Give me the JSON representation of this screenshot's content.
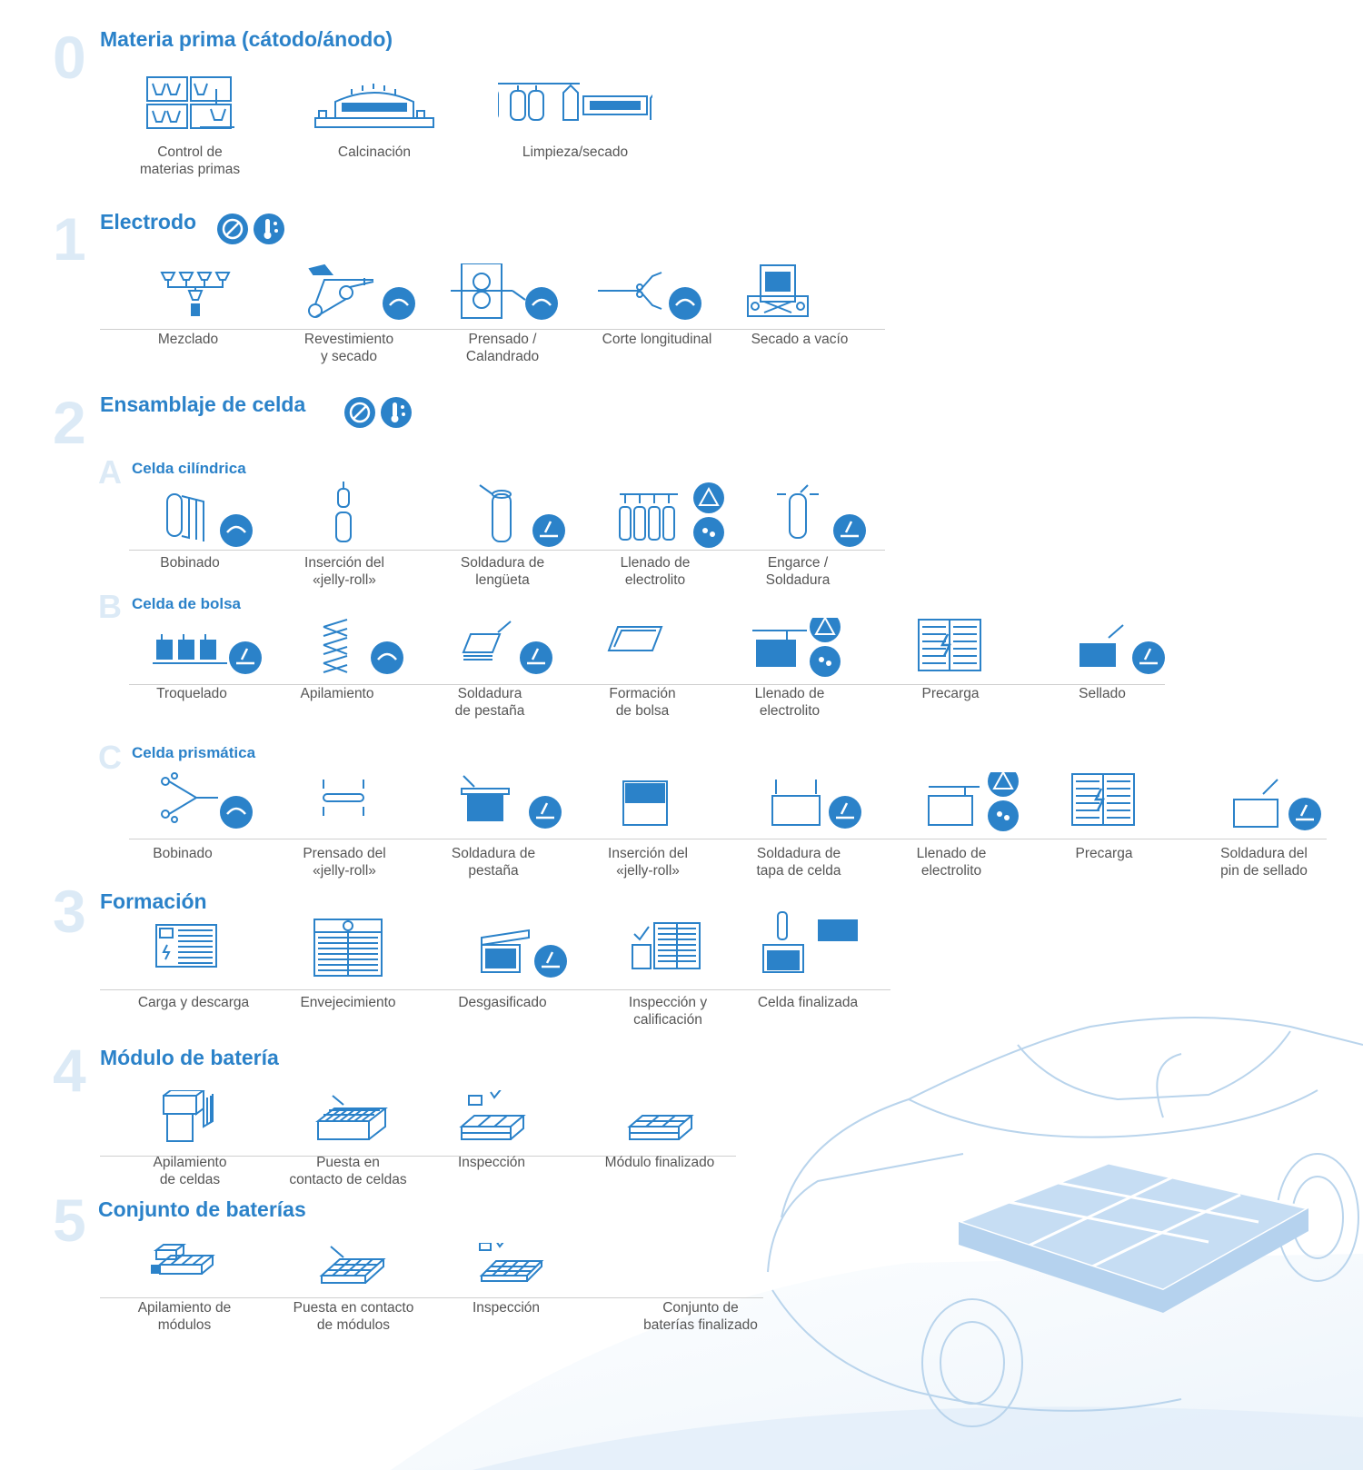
{
  "colors": {
    "primary": "#2b82c9",
    "number_watermark": "#dceaf6",
    "text": "#555555",
    "line": "#cfcfcf"
  },
  "sections": [
    {
      "number": "0",
      "title": "Materia prima (cátodo/ánodo)",
      "badges": [],
      "steps": [
        {
          "label": "Control de\nmaterias primas",
          "icon": "raw-material-control-icon"
        },
        {
          "label": "Calcinación",
          "icon": "calcination-furnace-icon"
        },
        {
          "label": "Limpieza/secado",
          "icon": "cleaning-drying-plant-icon"
        }
      ]
    },
    {
      "number": "1",
      "title": "Electrodo",
      "badges": [
        "no-dust-icon",
        "humidity-temperature-icon"
      ],
      "steps": [
        {
          "label": "Mezclado",
          "icon": "mixing-icon"
        },
        {
          "label": "Revestimiento\ny secado",
          "icon": "coating-drying-icon"
        },
        {
          "label": "Prensado /\nCalandrado",
          "icon": "calendering-icon"
        },
        {
          "label": "Corte longitudinal",
          "icon": "slitting-icon"
        },
        {
          "label": "Secado a vacío",
          "icon": "vacuum-drying-icon"
        }
      ]
    },
    {
      "number": "2",
      "title": "Ensamblaje de celda",
      "badges": [
        "no-dust-icon",
        "humidity-temperature-icon"
      ],
      "subsections": [
        {
          "letter": "A",
          "title": "Celda cilíndrica",
          "steps": [
            {
              "label": "Bobinado",
              "icon": "winding-icon"
            },
            {
              "label": "Inserción del\n«jelly-roll»",
              "icon": "jelly-roll-insertion-icon"
            },
            {
              "label": "Soldadura de\nlengüeta",
              "icon": "tab-welding-icon"
            },
            {
              "label": "Llenado de\nelectrolito",
              "icon": "electrolyte-filling-icon"
            },
            {
              "label": "Engarce /\nSoldadura",
              "icon": "crimping-welding-icon"
            }
          ]
        },
        {
          "letter": "B",
          "title": "Celda de bolsa",
          "steps": [
            {
              "label": "Troquelado",
              "icon": "die-cutting-icon"
            },
            {
              "label": "Apilamiento",
              "icon": "stacking-icon"
            },
            {
              "label": "Soldadura\nde pestaña",
              "icon": "tab-welding-icon"
            },
            {
              "label": "Formación\nde bolsa",
              "icon": "pouch-forming-icon"
            },
            {
              "label": "Llenado de\nelectrolito",
              "icon": "electrolyte-filling-icon"
            },
            {
              "label": "Precarga",
              "icon": "precharge-icon"
            },
            {
              "label": "Sellado",
              "icon": "sealing-icon"
            }
          ]
        },
        {
          "letter": "C",
          "title": "Celda prismática",
          "steps": [
            {
              "label": "Bobinado",
              "icon": "winding-icon"
            },
            {
              "label": "Prensado del\n«jelly-roll»",
              "icon": "jelly-roll-pressing-icon"
            },
            {
              "label": "Soldadura de\npestaña",
              "icon": "tab-welding-icon"
            },
            {
              "label": "Inserción del\n«jelly-roll»",
              "icon": "jelly-roll-insertion-icon"
            },
            {
              "label": "Soldadura de\ntapa de celda",
              "icon": "cap-welding-icon"
            },
            {
              "label": "Llenado de\nelectrolito",
              "icon": "electrolyte-filling-icon"
            },
            {
              "label": "Precarga",
              "icon": "precharge-icon"
            },
            {
              "label": "Soldadura del\npin de sellado",
              "icon": "seal-pin-welding-icon"
            }
          ]
        }
      ]
    },
    {
      "number": "3",
      "title": "Formación",
      "badges": [],
      "steps": [
        {
          "label": "Carga y descarga",
          "icon": "charge-discharge-icon"
        },
        {
          "label": "Envejecimiento",
          "icon": "aging-icon"
        },
        {
          "label": "Desgasificado",
          "icon": "degassing-icon"
        },
        {
          "label": "Inspección y\ncalificación",
          "icon": "inspection-grading-icon"
        },
        {
          "label": "Celda finalizada",
          "icon": "finished-cell-icon"
        }
      ]
    },
    {
      "number": "4",
      "title": "Módulo de batería",
      "badges": [],
      "steps": [
        {
          "label": "Apilamiento\nde celdas",
          "icon": "cell-stacking-icon"
        },
        {
          "label": "Puesta en\ncontacto de celdas",
          "icon": "cell-contacting-icon"
        },
        {
          "label": "Inspección",
          "icon": "inspection-icon"
        },
        {
          "label": "Módulo finalizado",
          "icon": "finished-module-icon"
        }
      ]
    },
    {
      "number": "5",
      "title": "Conjunto de baterías",
      "badges": [],
      "steps": [
        {
          "label": "Apilamiento de\nmódulos",
          "icon": "module-stacking-icon"
        },
        {
          "label": "Puesta en contacto\nde módulos",
          "icon": "module-contacting-icon"
        },
        {
          "label": "Inspección",
          "icon": "inspection-icon"
        },
        {
          "label": "Conjunto de\nbaterías finalizado",
          "icon": "finished-pack-icon"
        }
      ]
    }
  ]
}
